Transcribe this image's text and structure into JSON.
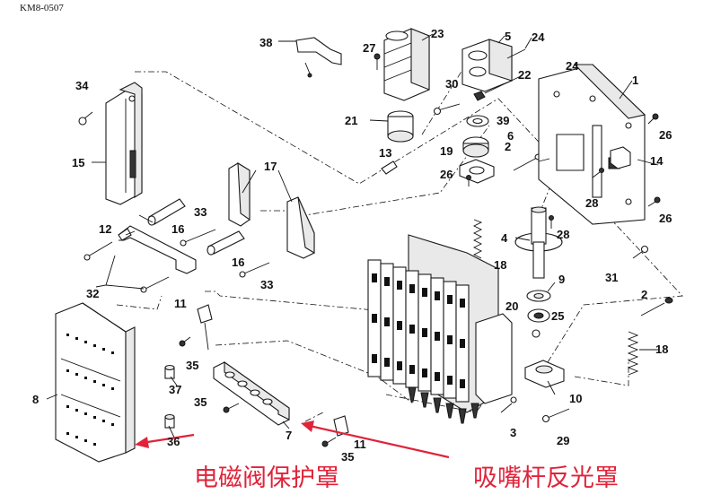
{
  "doc_code": "KM8-0507",
  "callouts": {
    "left": "电磁阀保护罩",
    "right": "吸嘴杆反光罩",
    "color": "#e0233a"
  },
  "part_labels": {
    "p1": "1",
    "p2a": "2",
    "p2b": "2",
    "p3": "3",
    "p4": "4",
    "p5": "5",
    "p6": "6",
    "p7": "7",
    "p8": "8",
    "p9": "9",
    "p10": "10",
    "p11a": "11",
    "p11b": "11",
    "p12": "12",
    "p13": "13",
    "p14": "14",
    "p15": "15",
    "p16a": "16",
    "p16b": "16",
    "p17": "17",
    "p18a": "18",
    "p18b": "18",
    "p19": "19",
    "p20": "20",
    "p21": "21",
    "p22": "22",
    "p23": "23",
    "p24a": "24",
    "p24b": "24",
    "p25": "25",
    "p26a": "26",
    "p26b": "26",
    "p26c": "26",
    "p27": "27",
    "p28a": "28",
    "p28b": "28",
    "p29": "29",
    "p30": "30",
    "p31": "31",
    "p32": "32",
    "p33a": "33",
    "p33b": "33",
    "p34": "34",
    "p35a": "35",
    "p35b": "35",
    "p35c": "35",
    "p36": "36",
    "p37": "37",
    "p38": "38",
    "p39": "39"
  }
}
